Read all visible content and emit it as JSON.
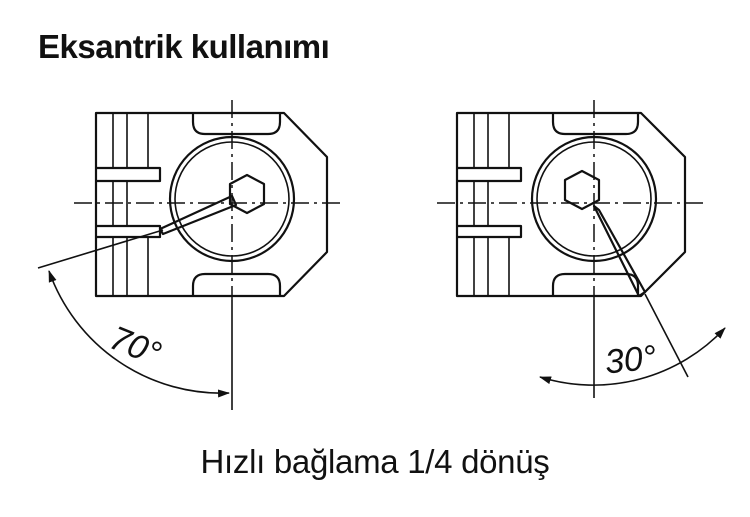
{
  "title": "Eksantrik kullanımı",
  "caption": "Hızlı bağlama 1/4 dönüş",
  "figures": [
    {
      "id": "left",
      "angle_label": "70°",
      "angle_deg": 70
    },
    {
      "id": "right",
      "angle_label": "30°",
      "angle_deg": 30
    }
  ]
}
